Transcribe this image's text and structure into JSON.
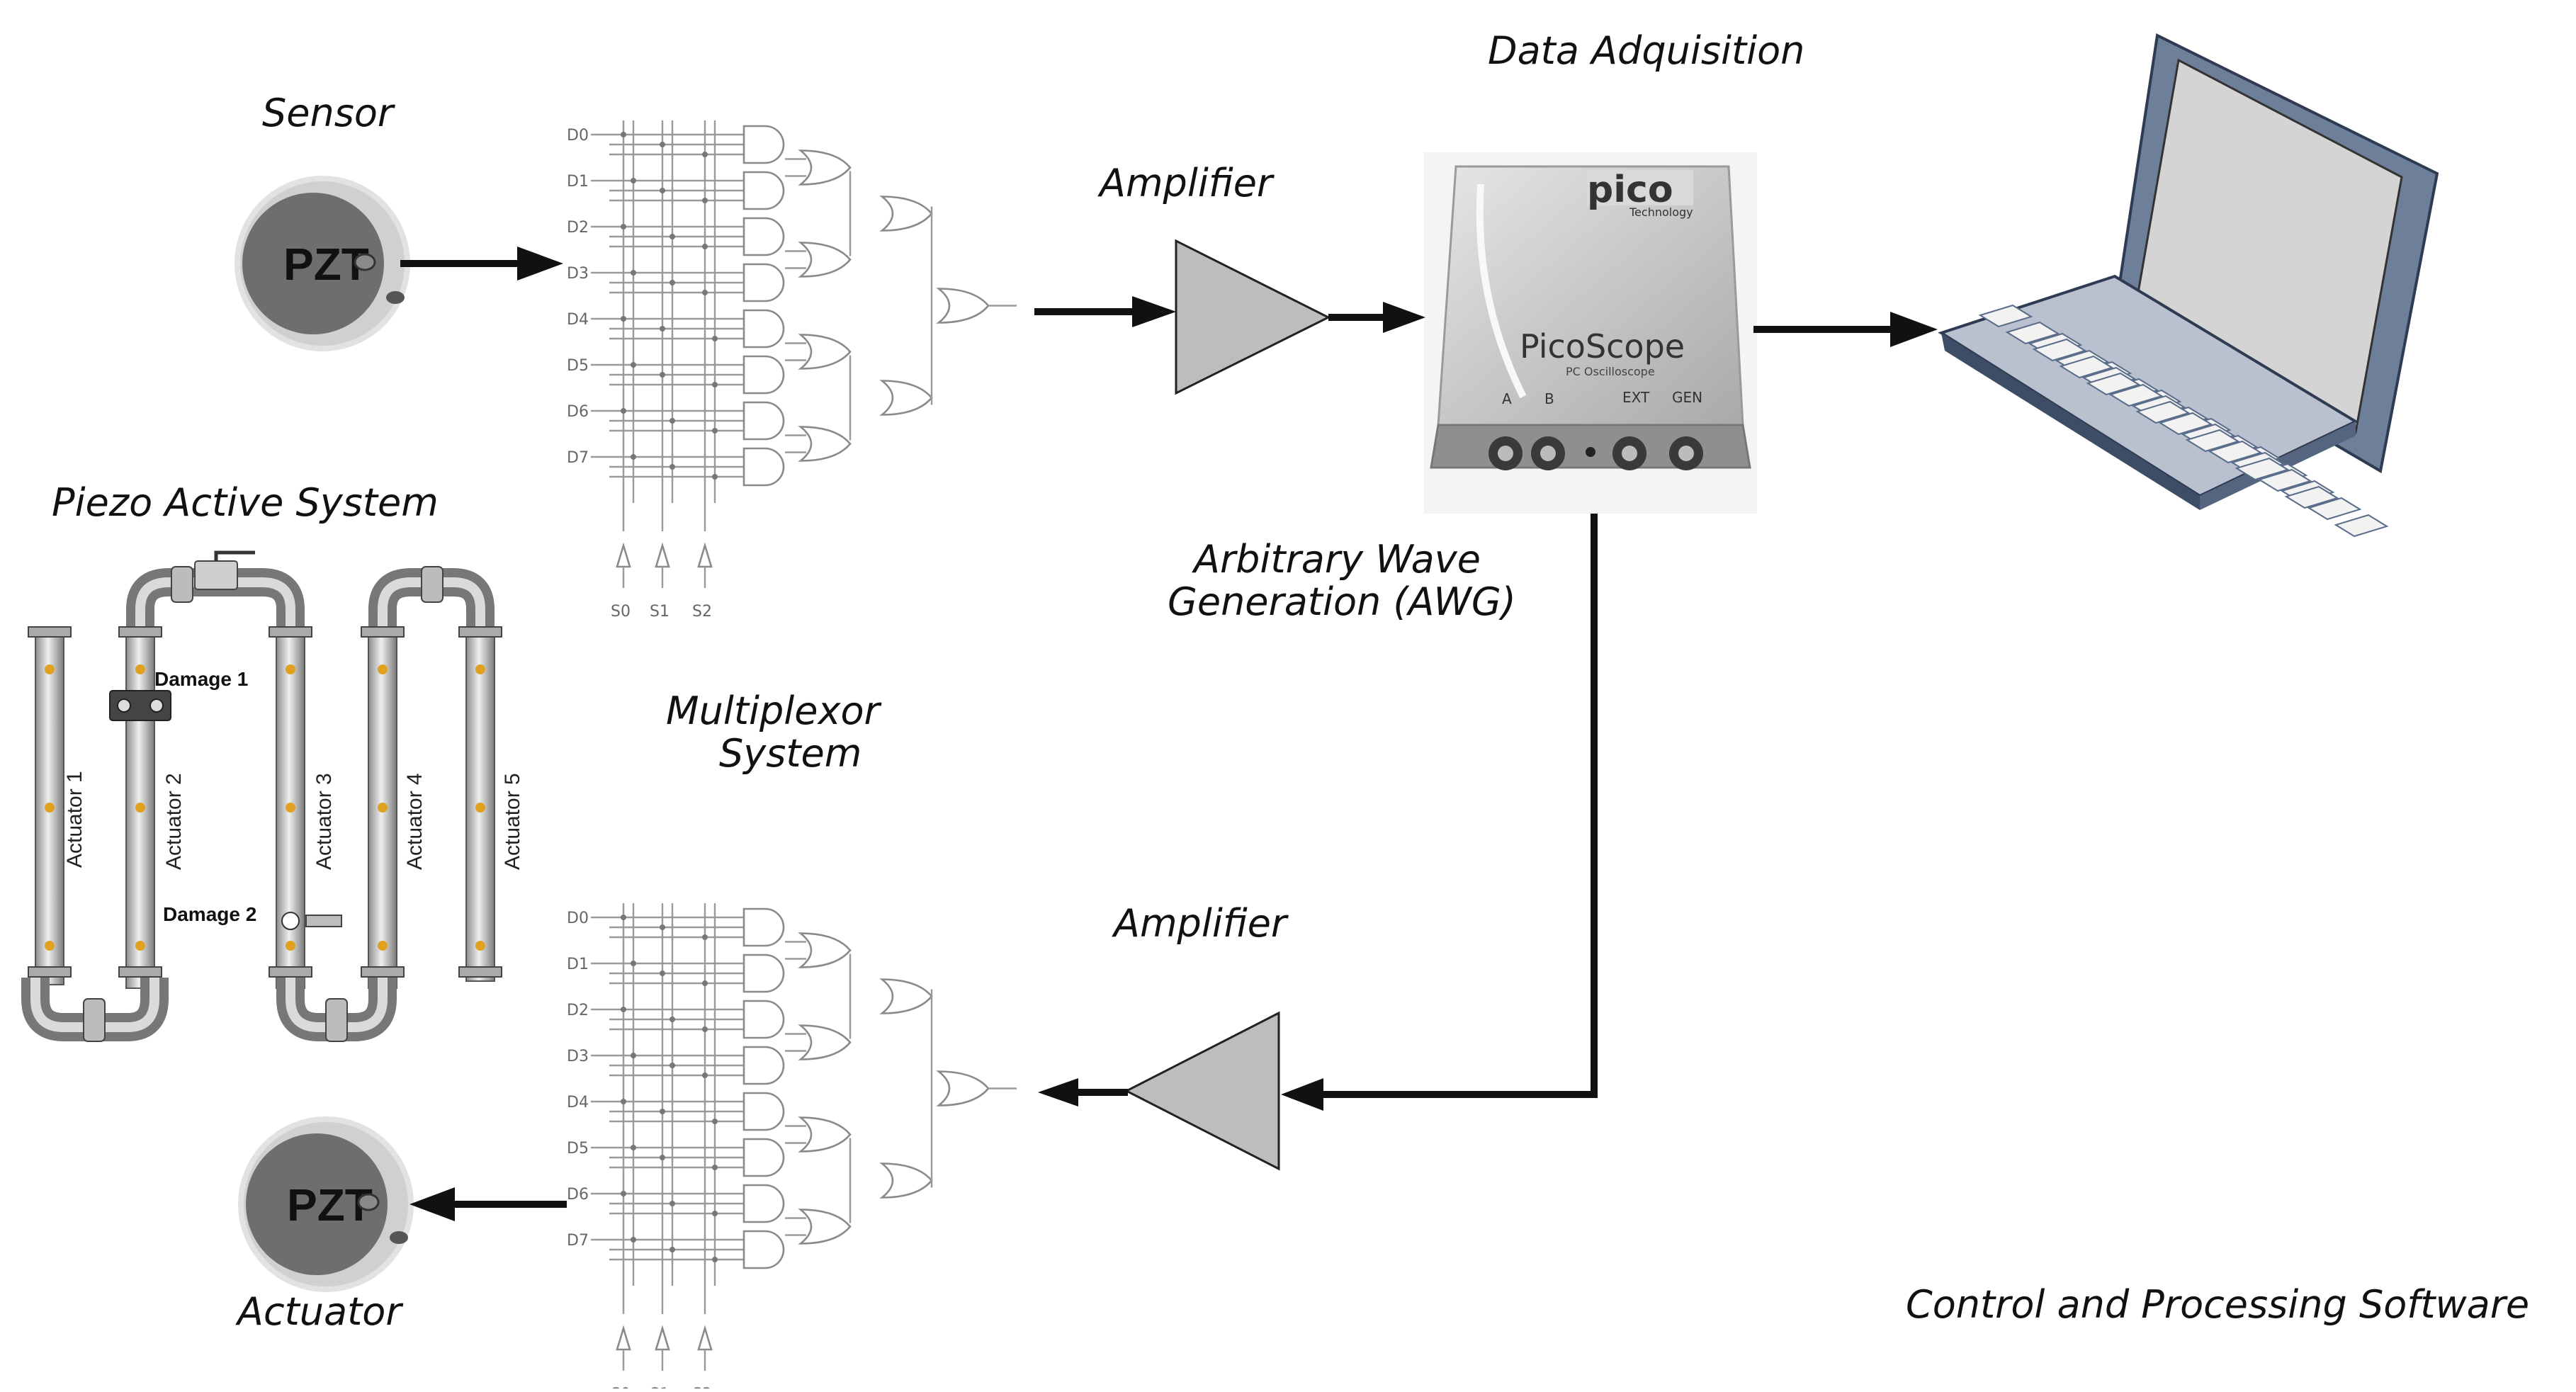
{
  "labels": {
    "sensor": "Sensor",
    "actuator": "Actuator",
    "amplifier_top": "Amplifier",
    "amplifier_bottom": "Amplifier",
    "data_acquisition": "Data Adquisition",
    "awg_line1": "Arbitrary Wave",
    "awg_line2": "Generation (AWG)",
    "multiplexor_line1": "Multiplexor",
    "multiplexor_line2": "System",
    "piezo_system": "Piezo Active System",
    "software": "Control and Processing Software",
    "pzt": "PZT",
    "damage1": "Damage 1",
    "damage2": "Damage 2"
  },
  "actuators": [
    "Actuator 1",
    "Actuator 2",
    "Actuator 3",
    "Actuator 4",
    "Actuator 5"
  ],
  "mux_inputs": [
    "D0",
    "D1",
    "D2",
    "D3",
    "D4",
    "D5",
    "D6",
    "D7"
  ],
  "mux_selects": [
    "S0",
    "S1",
    "S2"
  ],
  "device": {
    "brand": "pico",
    "brand_sub": "Technology",
    "model": "PicoScope",
    "model_sub": "PC Oscilloscope",
    "ports": [
      "A",
      "B",
      "EXT",
      "GEN"
    ]
  },
  "colors": {
    "amplifier_fill": "#bdbdbd",
    "pzt_disc": "#6e6e6e",
    "pzt_ring": "#c8c8c8",
    "device_body": "#c9c9c9",
    "laptop_screen": "#d4d4d4",
    "laptop_frame": "#5a6d8a",
    "pipe": "#c4c4c4",
    "sensor_dot": "#e0a020"
  }
}
